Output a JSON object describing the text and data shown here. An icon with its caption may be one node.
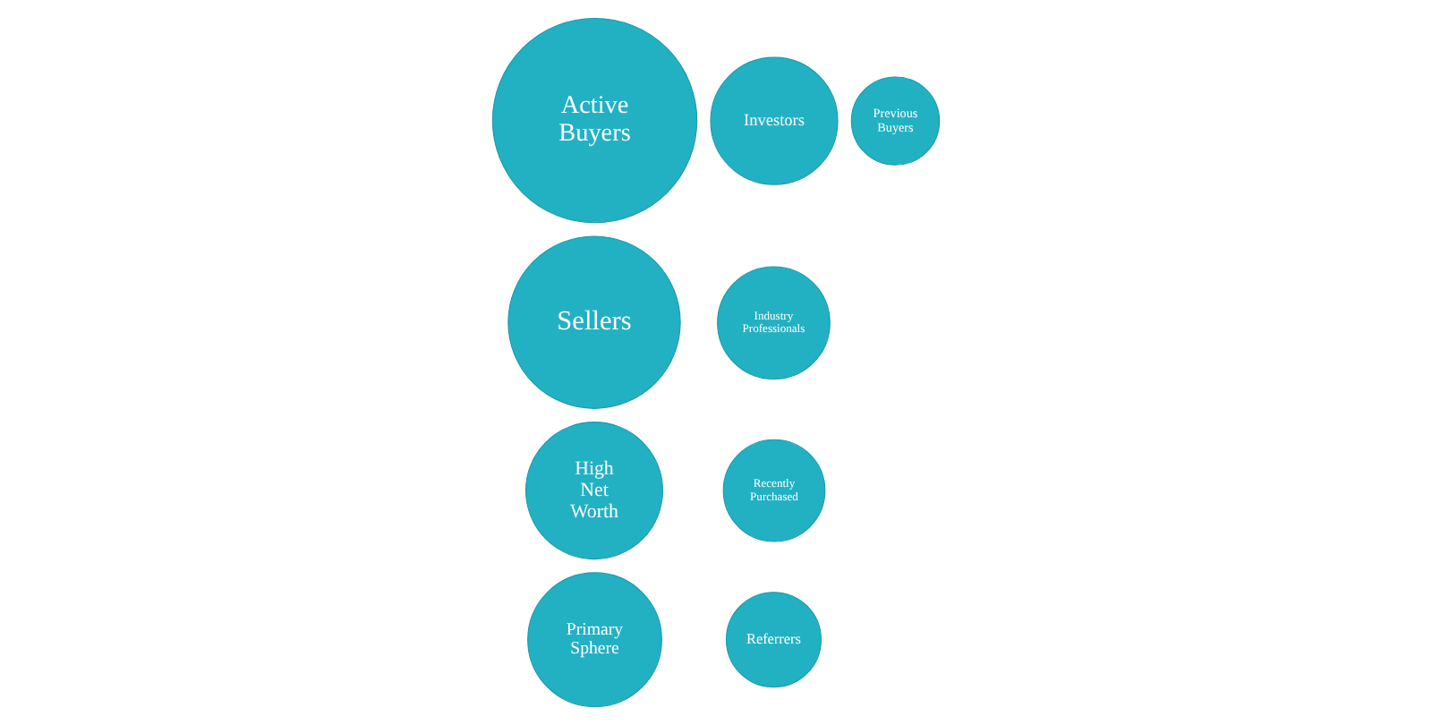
{
  "diagram": {
    "nodes": [
      {
        "text": [
          "Recently Purchased"
        ]
      },
      {
        "text": [
          "Primary Sphere"
        ]
      },
      {
        "text": [
          "Investors"
        ]
      },
      {
        "text": [
          "Referrers"
        ]
      },
      {
        "text": [
          "Sellers"
        ]
      },
      {
        "text": [
          "Active Buyers"
        ]
      },
      {
        "text": [
          "Industry Professionals"
        ]
      },
      {
        "text": [
          "Previous Buyers"
        ]
      },
      {
        "text": [
          "High Net Worth"
        ]
      }
    ]
  }
}
